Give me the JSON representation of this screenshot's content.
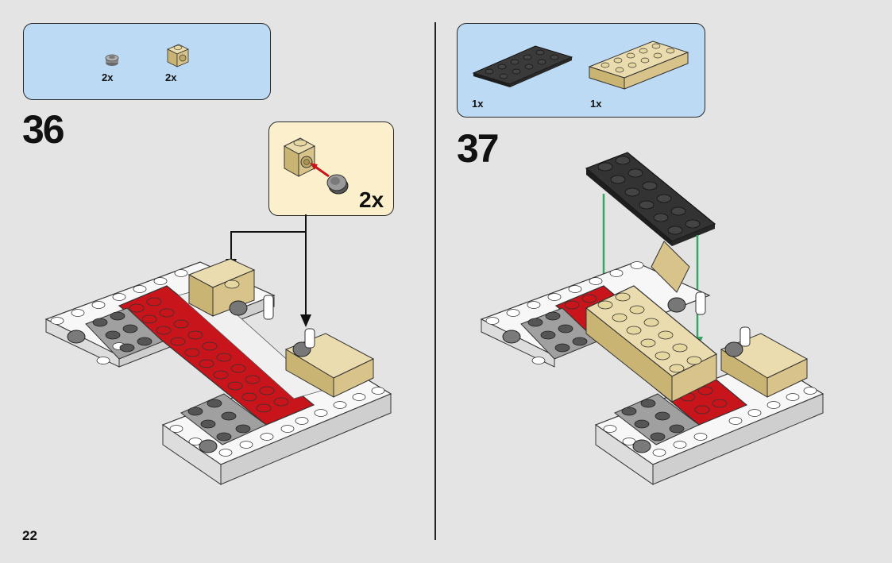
{
  "page": {
    "number": "22"
  },
  "step36": {
    "number": "36",
    "parts": [
      {
        "icon": "round-plate-part-icon",
        "qty": "2x",
        "color": "#8a8a8a"
      },
      {
        "icon": "tan-bracket-brick-part-icon",
        "qty": "2x",
        "color": "#d8c48a"
      }
    ],
    "callout": {
      "qty": "2x"
    }
  },
  "step37": {
    "number": "37",
    "parts": [
      {
        "icon": "black-plate-2x6-part-icon",
        "qty": "1x",
        "color": "#2a2a2a"
      },
      {
        "icon": "tan-brick-2x6-part-icon",
        "qty": "1x",
        "color": "#d8c48a"
      }
    ]
  },
  "colors": {
    "parts_box_bg": "#bcdaf3",
    "callout_bg": "#fcf0cc",
    "lego_red": "#c8141b",
    "lego_tan": "#d8c48a",
    "lego_gray": "#a0a0a0",
    "lego_black": "#2a2a2a",
    "arrow_green": "#3aa36a"
  }
}
